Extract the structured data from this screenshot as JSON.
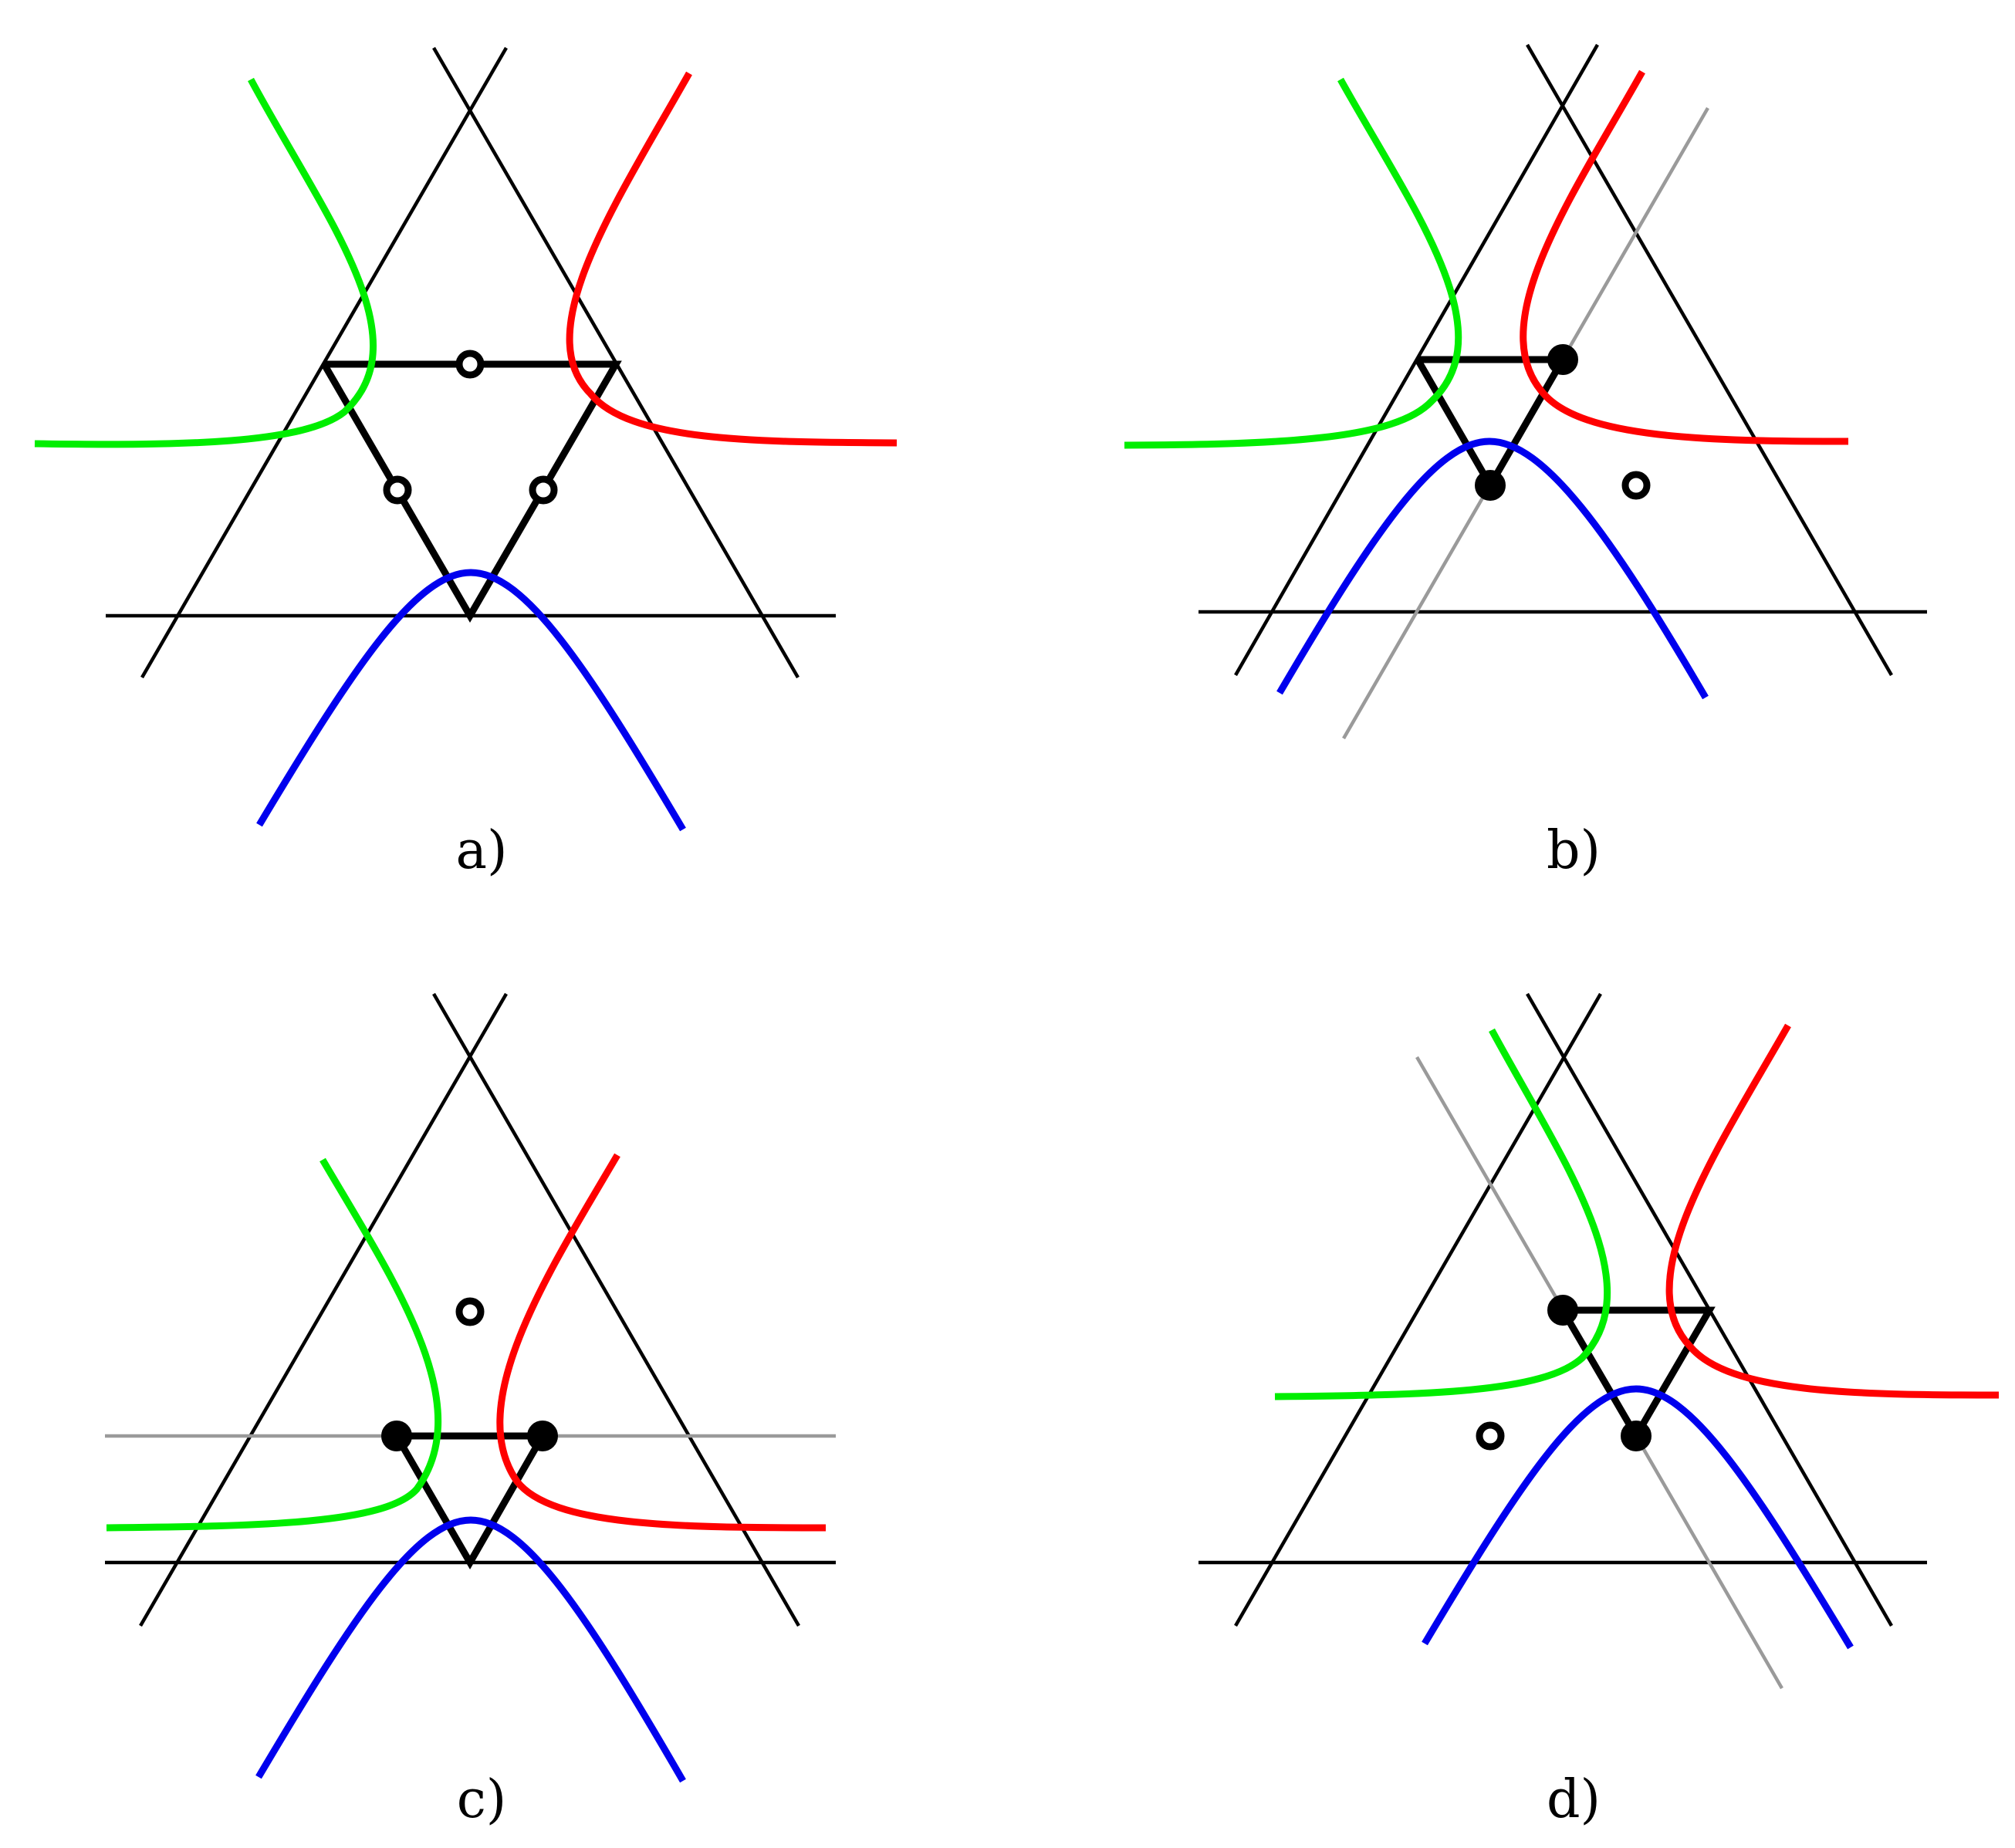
{
  "colors": {
    "green": "#00ee00",
    "red": "#ff0000",
    "blue": "#0000ee",
    "black": "#000000",
    "grey": "#9a9a9a"
  },
  "panels": [
    {
      "id": "a",
      "caption": "a)"
    },
    {
      "id": "b",
      "caption": "b)"
    },
    {
      "id": "c",
      "caption": "c)"
    },
    {
      "id": "d",
      "caption": "d)"
    }
  ]
}
